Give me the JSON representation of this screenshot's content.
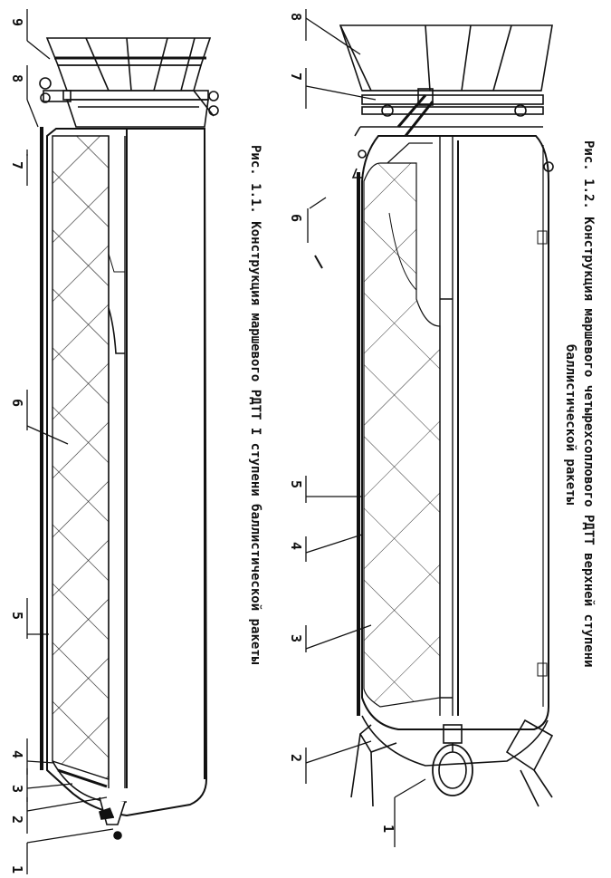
{
  "figure1": {
    "caption": "Рис. 1.1. Конструкция маршевого РДТТ I ступени баллистической ракеты",
    "labels": [
      "1",
      "2",
      "3",
      "4",
      "5",
      "6",
      "7",
      "8",
      "9"
    ]
  },
  "figure2": {
    "caption_line1": "Рис. 1.2. Конструкция маршевого четырехсоплового РДТТ верхней ступени",
    "caption_line2": "баллистической ракеты",
    "labels": [
      "1",
      "2",
      "3",
      "4",
      "5",
      "6",
      "7",
      "8"
    ]
  },
  "colors": {
    "ink": "#111111",
    "paper": "#ffffff"
  }
}
